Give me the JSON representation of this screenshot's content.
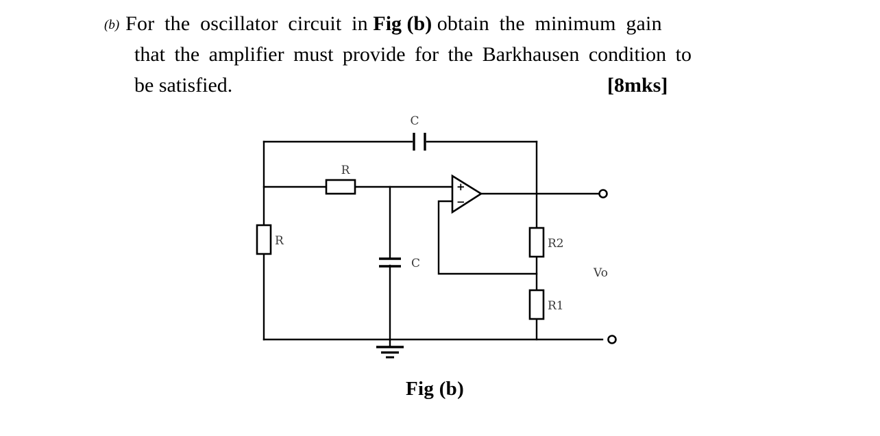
{
  "question": {
    "label": "(b)",
    "line1_part1": "For the oscillator circuit in",
    "line1_bold": "Fig (b)",
    "line1_part2": "obtain the minimum gain",
    "line2": "that the amplifier must provide for the Barkhausen condition to",
    "line3": "be satisfied.",
    "marks": "[8mks]"
  },
  "figure": {
    "caption": "Fig (b)",
    "labels": {
      "cap_top": "C",
      "res_series": "R",
      "res_shunt": "R",
      "cap_shunt": "C",
      "res_feedback_upper": "R2",
      "res_feedback_lower": "R1",
      "output_voltage": "Vo",
      "opamp_plus": "+",
      "opamp_minus": "−"
    },
    "components": [
      {
        "name": "capacitor-top",
        "type": "capacitor",
        "label": "C"
      },
      {
        "name": "resistor-series",
        "type": "resistor",
        "label": "R"
      },
      {
        "name": "resistor-shunt",
        "type": "resistor",
        "label": "R"
      },
      {
        "name": "capacitor-shunt",
        "type": "capacitor",
        "label": "C"
      },
      {
        "name": "resistor-r2",
        "type": "resistor",
        "label": "R2"
      },
      {
        "name": "resistor-r1",
        "type": "resistor",
        "label": "R1"
      },
      {
        "name": "opamp",
        "type": "operational-amplifier",
        "label": ""
      },
      {
        "name": "ground",
        "type": "ground",
        "label": ""
      },
      {
        "name": "terminal-output-top",
        "type": "terminal",
        "label": ""
      },
      {
        "name": "terminal-output-bottom",
        "type": "terminal",
        "label": ""
      }
    ]
  },
  "colors": {
    "ink": "#000000",
    "label_ink": "#3a3a3a",
    "background": "#ffffff"
  }
}
